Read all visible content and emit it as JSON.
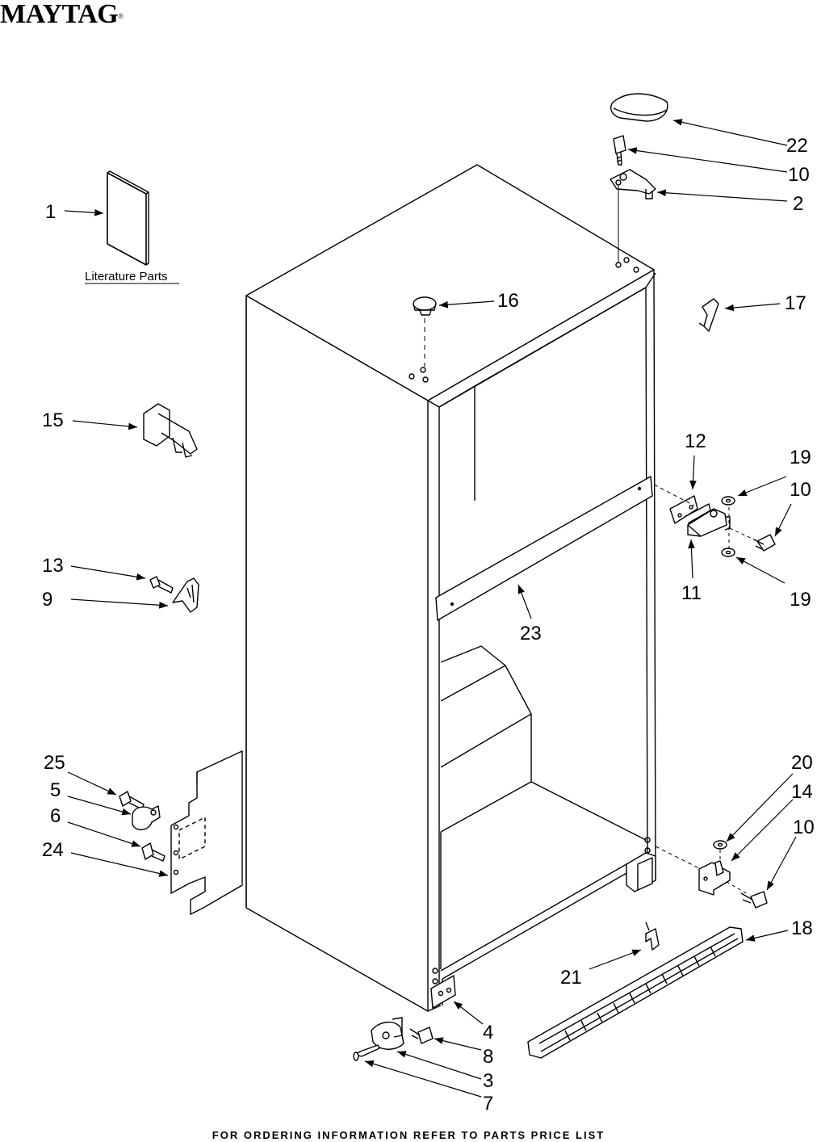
{
  "header": {
    "brand": "MAYTAG",
    "registered_mark": "®"
  },
  "literature": {
    "label": "Literature Parts"
  },
  "callouts": {
    "c1": "1",
    "c2": "2",
    "c3": "3",
    "c4": "4",
    "c5": "5",
    "c6": "6",
    "c7": "7",
    "c8": "8",
    "c9": "9",
    "c10a": "10",
    "c10b": "10",
    "c10c": "10",
    "c11": "11",
    "c12": "12",
    "c13": "13",
    "c14": "14",
    "c15": "15",
    "c16": "16",
    "c17": "17",
    "c18": "18",
    "c19a": "19",
    "c19b": "19",
    "c20": "20",
    "c21": "21",
    "c22": "22",
    "c23": "23",
    "c24": "24",
    "c25": "25"
  },
  "footer": {
    "text": "FOR ORDERING INFORMATION REFER TO PARTS PRICE LIST"
  },
  "colors": {
    "line": "#000000",
    "background": "#ffffff",
    "part_fill": "#ffffff"
  }
}
